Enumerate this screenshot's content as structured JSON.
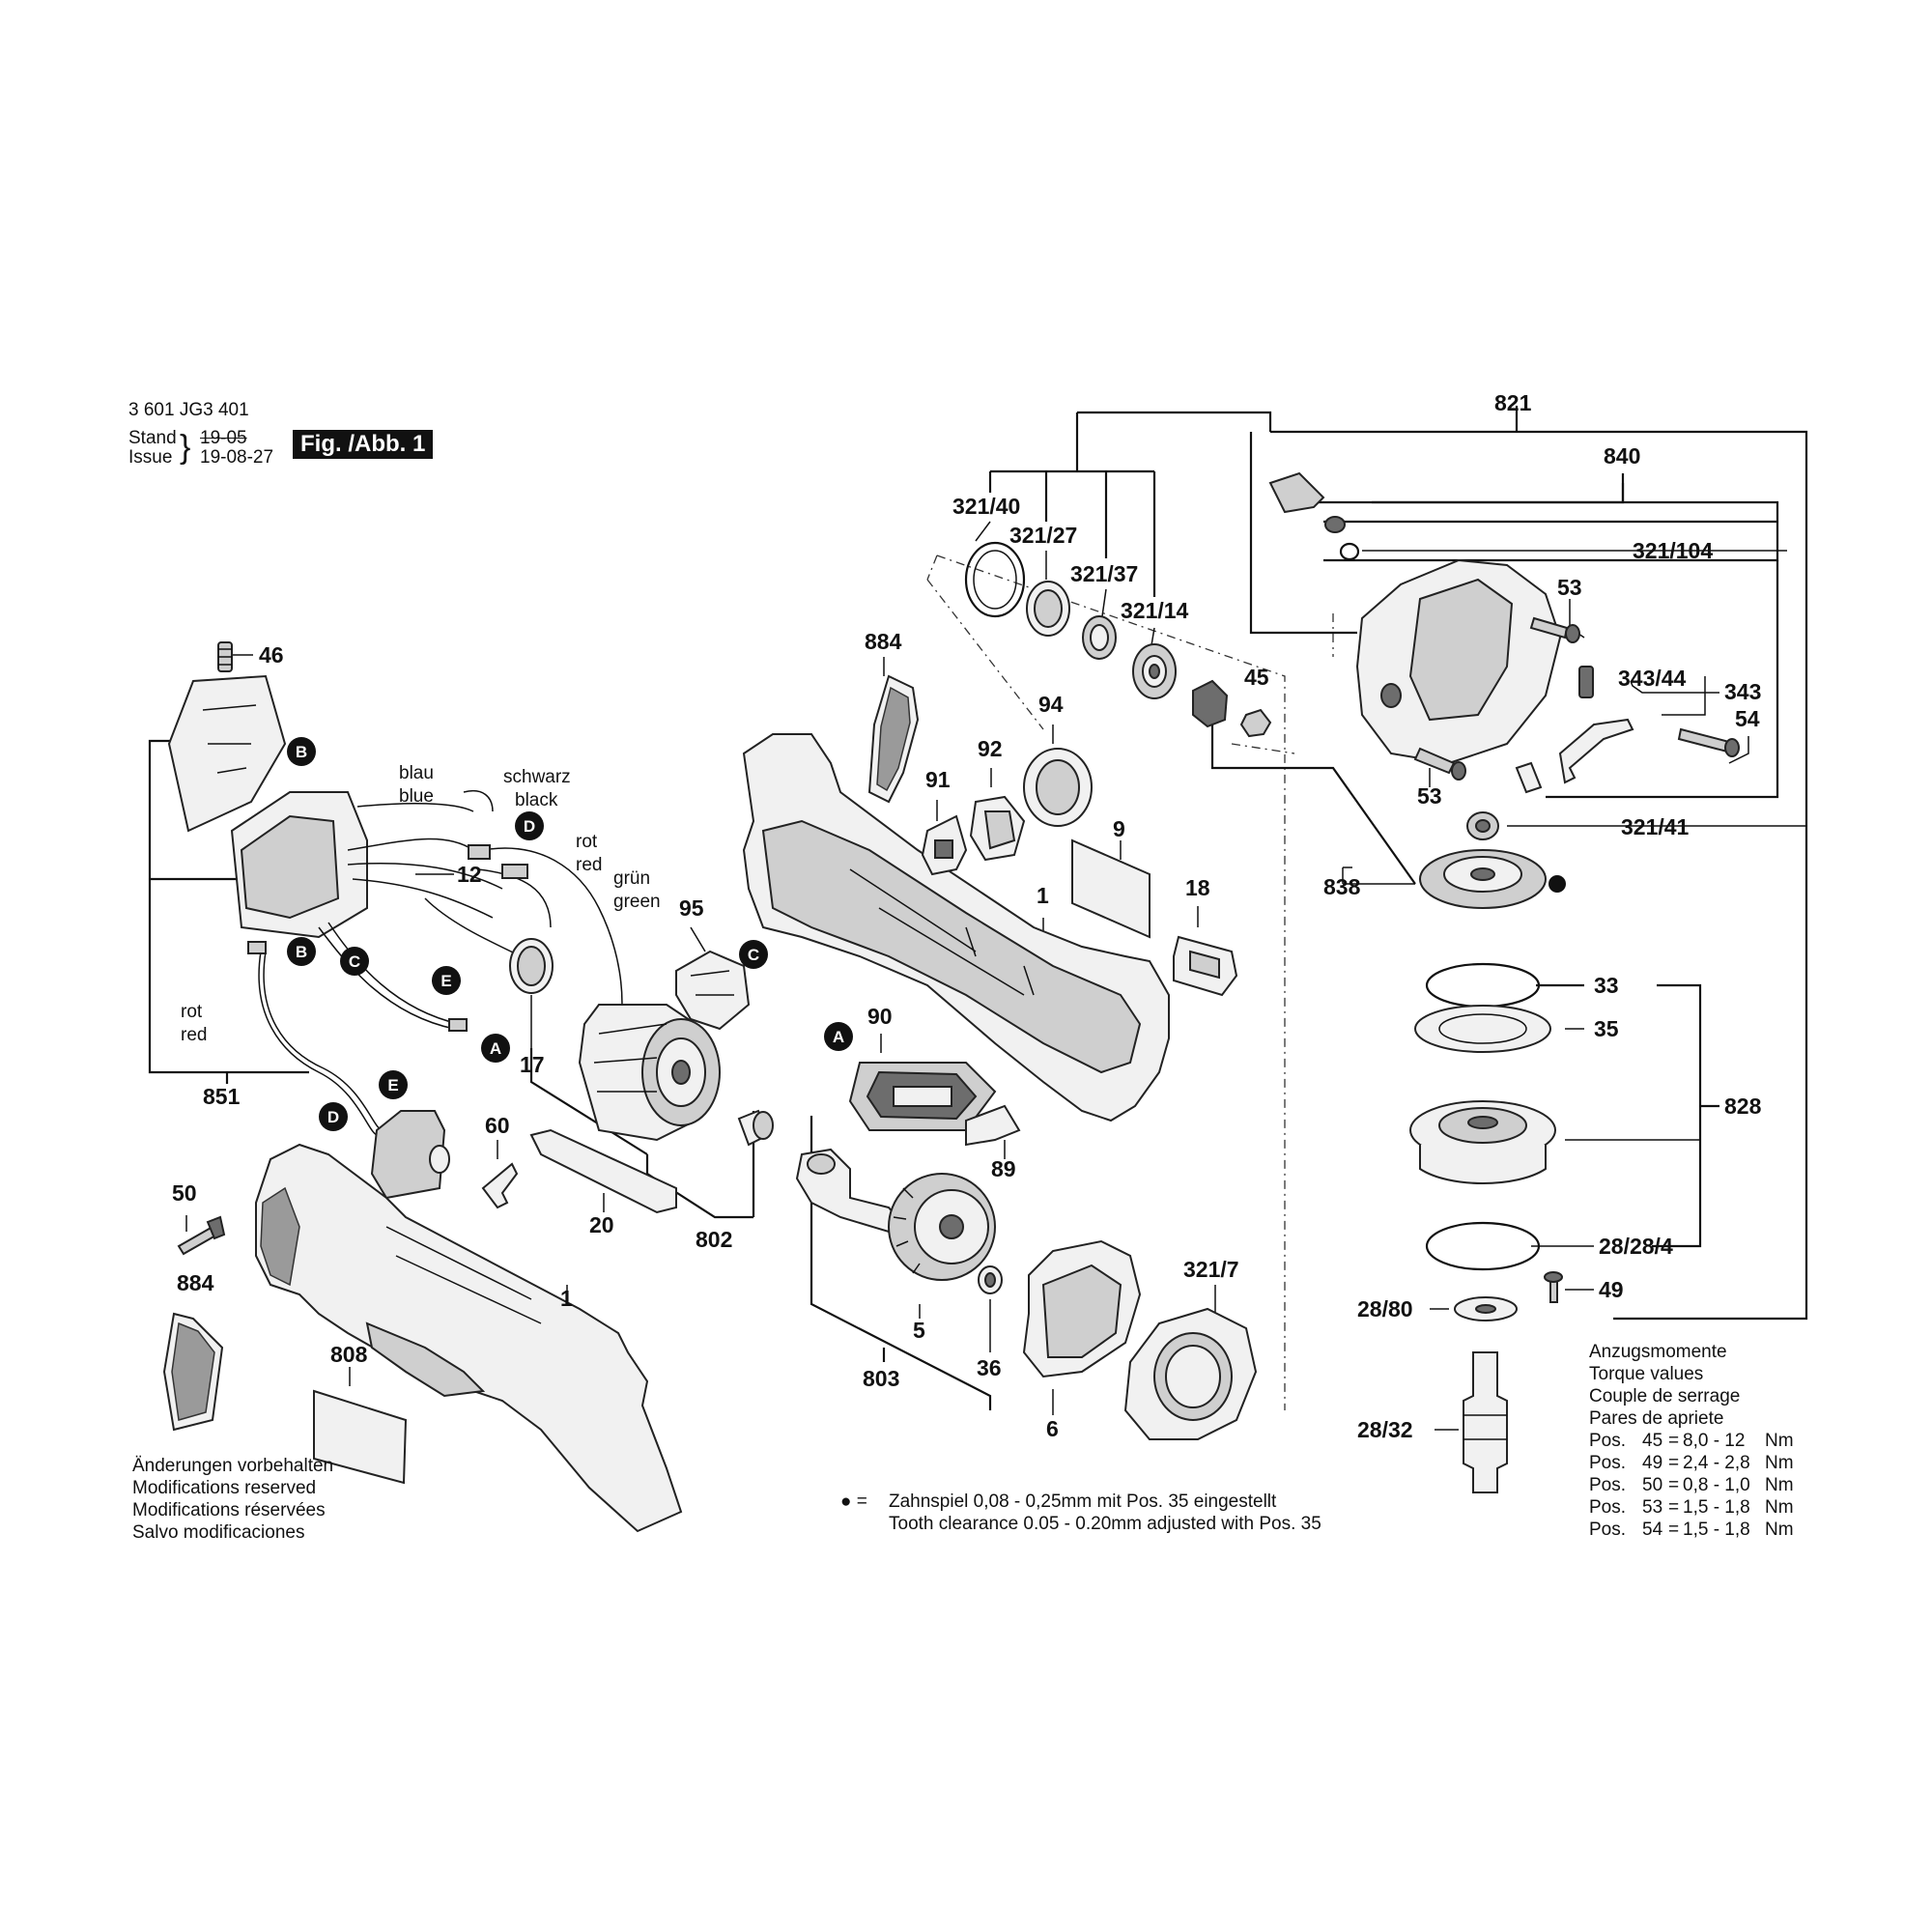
{
  "header": {
    "doc_number": "3 601 JG3 401",
    "stand_label": "Stand",
    "stand_value": "19-05",
    "issue_label": "Issue",
    "issue_value": "19-08-27",
    "figure_label": "Fig. /Abb. 1"
  },
  "wire_labels": {
    "blau": "blau",
    "blue": "blue",
    "schwarz": "schwarz",
    "black": "black",
    "rot_top": "rot",
    "red_top": "red",
    "gruen": "grün",
    "green": "green",
    "rot_left": "rot",
    "red_left": "red"
  },
  "connectors": {
    "B1": "B",
    "B2": "B",
    "C1": "C",
    "C2": "C",
    "D1": "D",
    "D2": "D",
    "E1": "E",
    "E2": "E",
    "A1": "A",
    "A2": "A"
  },
  "parts": {
    "p46": "46",
    "p12": "12",
    "p851": "851",
    "p17": "17",
    "p50": "50",
    "p60": "60",
    "p20": "20",
    "p802": "802",
    "p1_lower": "1",
    "p884_lower": "884",
    "p808": "808",
    "p884_upper": "884",
    "p95": "95",
    "p91": "91",
    "p92": "92",
    "p94": "94",
    "p9": "9",
    "p1_upper": "1",
    "p18": "18",
    "p90": "90",
    "p89": "89",
    "p5": "5",
    "p36": "36",
    "p803": "803",
    "p6": "6",
    "p321_7": "321/7",
    "p321_40": "321/40",
    "p321_27": "321/27",
    "p321_37": "321/37",
    "p321_14": "321/14",
    "p45": "45",
    "p821": "821",
    "p840": "840",
    "p321_104": "321/104",
    "p53_top": "53",
    "p343_44": "343/44",
    "p343": "343",
    "p54": "54",
    "p53_bottom": "53",
    "p321_41": "321/41",
    "p838": "838",
    "p33": "33",
    "p35": "35",
    "p828": "828",
    "p28_28_4": "28/28/4",
    "p49": "49",
    "p28_80": "28/80",
    "p28_32": "28/32"
  },
  "modifications_note": [
    "Änderungen vorbehalten",
    "Modifications reserved",
    "Modifications réservées",
    "Salvo modificaciones"
  ],
  "clearance_note": {
    "bullet": "● =",
    "line1": "Zahnspiel 0,08 - 0,25mm mit Pos. 35 eingestellt",
    "line2": "Tooth clearance 0.05 - 0.20mm adjusted with Pos. 35"
  },
  "torque": {
    "titles": [
      "Anzugsmomente",
      "Torque values",
      "Couple de serrage",
      "Pares de apriete"
    ],
    "rows": [
      {
        "pos": "Pos.",
        "num": "45",
        "eq": "=",
        "value": "8,0 - 12",
        "unit": "Nm"
      },
      {
        "pos": "Pos.",
        "num": "49",
        "eq": "=",
        "value": "2,4 - 2,8",
        "unit": "Nm"
      },
      {
        "pos": "Pos.",
        "num": "50",
        "eq": "=",
        "value": "0,8 - 1,0",
        "unit": "Nm"
      },
      {
        "pos": "Pos.",
        "num": "53",
        "eq": "=",
        "value": "1,5 - 1,8",
        "unit": "Nm"
      },
      {
        "pos": "Pos.",
        "num": "54",
        "eq": "=",
        "value": "1,5 - 1,8",
        "unit": "Nm"
      }
    ]
  }
}
